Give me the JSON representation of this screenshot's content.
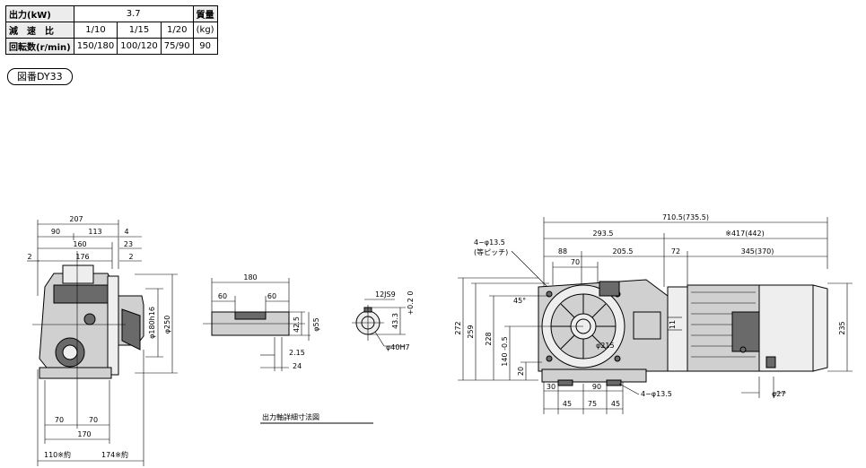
{
  "spec_table": {
    "row_output": {
      "label": "出力(kW)",
      "value": "3.7"
    },
    "mass_header": [
      "質量",
      "(kg)"
    ],
    "row_ratio": {
      "label": "減　速　比",
      "values": [
        "1/10",
        "1/15",
        "1/20"
      ]
    },
    "row_speed": {
      "label": "回転数(r/min)",
      "values": [
        "150/180",
        "100/120",
        "75/90"
      ],
      "mass": "90"
    }
  },
  "drawing_number": "図番DY33",
  "shaft_detail_caption": "出力軸詳細寸法図",
  "side_view": {
    "dims": {
      "d207": "207",
      "d4": "4",
      "d90": "90",
      "d113": "113",
      "d160": "160",
      "d23": "23",
      "d2_left": "2",
      "d176": "176",
      "d2_right": "2",
      "d180h16": "φ180h16",
      "d250": "φ250",
      "d70a": "70",
      "d70b": "70",
      "d170": "170",
      "d110": "110※約",
      "d174": "174※約"
    }
  },
  "shaft_view": {
    "dims": {
      "d180": "180",
      "d60a": "60",
      "d60b": "60",
      "d42_5": "42.5",
      "d55": "φ55",
      "d2_15": "2.15",
      "d24": "24"
    }
  },
  "bore_view": {
    "dims": {
      "key": "12JS9",
      "tol": "+0.2 0",
      "d43_3": "43.3",
      "d40h7": "φ40H7"
    }
  },
  "front_view": {
    "dims": {
      "d710": "710.5(735.5)",
      "d293": "293.5",
      "d417": "※417(442)",
      "holes_top": "4−φ13.5",
      "holes_top_note": "(等ピッチ)",
      "d88": "88",
      "d205": "205.5",
      "d72": "72",
      "d345": "345(370)",
      "d70": "70",
      "d45deg": "45°",
      "d272": "272",
      "d259": "259",
      "d228": "228",
      "d140": "140 -0.5",
      "d20": "20",
      "d215": "φ215",
      "d11": "11",
      "d235": "235",
      "d30": "30",
      "d90": "90",
      "holes_bottom": "4−φ13.5",
      "d27": "φ27",
      "d45a": "45",
      "d75": "75",
      "d45b": "45"
    }
  }
}
